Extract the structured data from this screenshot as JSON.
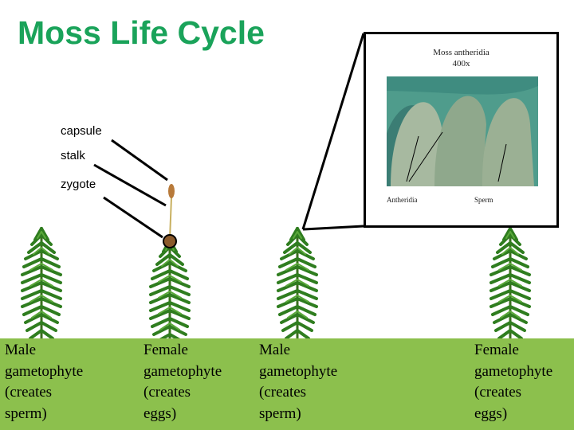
{
  "title": "Moss Life Cycle",
  "labels": {
    "capsule": "capsule",
    "stalk": "stalk",
    "zygote": "zygote"
  },
  "inset": {
    "title_line1": "Moss antheridia",
    "title_line2": "400x",
    "label_antheridia": "Antheridia",
    "label_sperm": "Sperm"
  },
  "captions": [
    "Male\ngametophyte\n(creates\nsperm)",
    "Female\ngametophyte\n(creates\neggs)",
    "Male\ngametophyte\n(creates\nsperm)",
    "Female\ngametophyte\n(creates\neggs)"
  ],
  "colors": {
    "title": "#1aa35a",
    "band": "#8cc04d",
    "zygote": "#8b5a2b",
    "moss": "#2f7d1f"
  }
}
